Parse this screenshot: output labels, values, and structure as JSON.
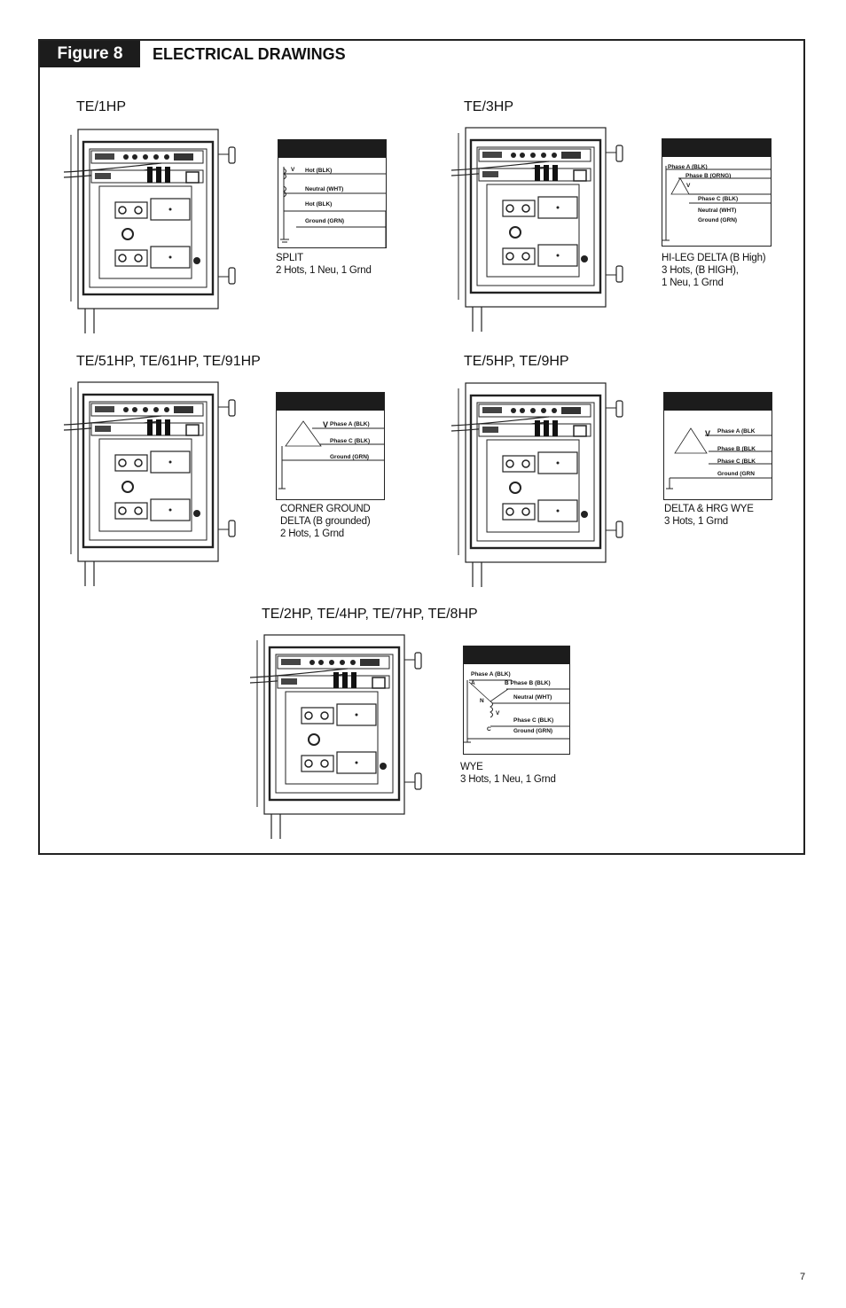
{
  "figure": {
    "label": "Figure 8",
    "title": "ELECTRICAL DRAWINGS"
  },
  "models": {
    "te1hp": "TE/1HP",
    "te3hp": "TE/3HP",
    "te51hp": "TE/51HP, TE/61HP, TE/91HP",
    "te5hp": "TE/5HP, TE/9HP",
    "te2hp": "TE/2HP, TE/4HP, TE/7HP, TE/8HP"
  },
  "diagrams": {
    "split": {
      "labels": [
        "Hot (BLK)",
        "Neutral (WHT)",
        "Hot (BLK)",
        "Ground (GRN)"
      ],
      "coil": "V",
      "caption": [
        "SPLIT",
        "2 Hots, 1 Neu, 1 Grnd"
      ]
    },
    "hileg": {
      "labels": [
        "Phase A (BLK)",
        "Phase B (ORNG)",
        "Phase C (BLK)",
        "Neutral (WHT)",
        "Ground (GRN)"
      ],
      "coil": "V",
      "caption": [
        "HI-LEG DELTA (B High)",
        "3 Hots, (B HIGH),",
        "1 Neu, 1 Grnd"
      ]
    },
    "corner": {
      "labels": [
        "Phase A (BLK)",
        "Phase C (BLK)",
        "Ground (GRN)"
      ],
      "coil": "V",
      "caption": [
        "CORNER GROUND",
        "DELTA (B grounded)",
        "2 Hots, 1 Grnd"
      ]
    },
    "hrg": {
      "labels": [
        "Phase A (BLK",
        "Phase B (BLK",
        "Phase C (BLK",
        "Ground (GRN"
      ],
      "coil": "V",
      "caption": [
        "DELTA & HRG WYE",
        "3 Hots, 1 Grnd"
      ]
    },
    "wye": {
      "labels": [
        "Phase A (BLK)",
        "B  Phase B (BLK)",
        "Neutral (WHT)",
        "Phase C (BLK)",
        "Ground (GRN)"
      ],
      "letters": [
        "A",
        "N",
        "C"
      ],
      "coil": "V",
      "caption": [
        "WYE",
        "3 Hots, 1 Neu, 1 Grnd"
      ]
    }
  },
  "page_number": "7"
}
